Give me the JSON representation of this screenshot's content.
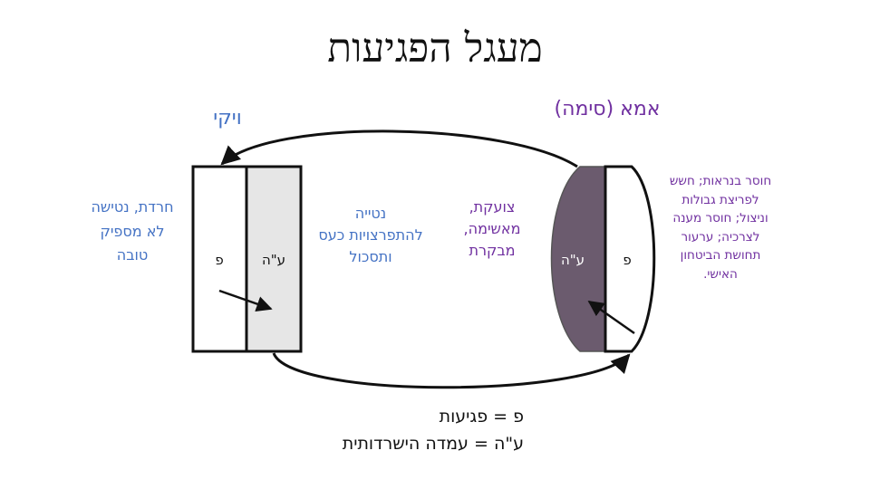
{
  "title": "מעגל הפגיעות",
  "left_person": {
    "name": "ויקי",
    "traits": "חרדת, נטישה לא מספיק טובה",
    "cell_p": "פ",
    "cell_ah": "ע\"ה"
  },
  "left_behavior": "נטייה להתפרצויות כעס ותסכול",
  "right_person": {
    "name": "אמא (סימה)",
    "cell_p": "פ",
    "cell_ah": "ע\"ה"
  },
  "right_behavior": "צועקת, מאשימה, מבקרת",
  "right_notes": "חוסר בנראות; חשש לפריצת גבולות וניצול; חוסר מענה לצרכיה; ערעור תחושת הביטחון האישי.",
  "legend": {
    "line1": "פ = פגיעות",
    "line2": "ע\"ה = עמדה הישרדותית"
  },
  "colors": {
    "blue": "#4472c4",
    "purple": "#7030a0",
    "dark_fill": "#6b5b6e",
    "light_fill": "#e6e6e6"
  }
}
